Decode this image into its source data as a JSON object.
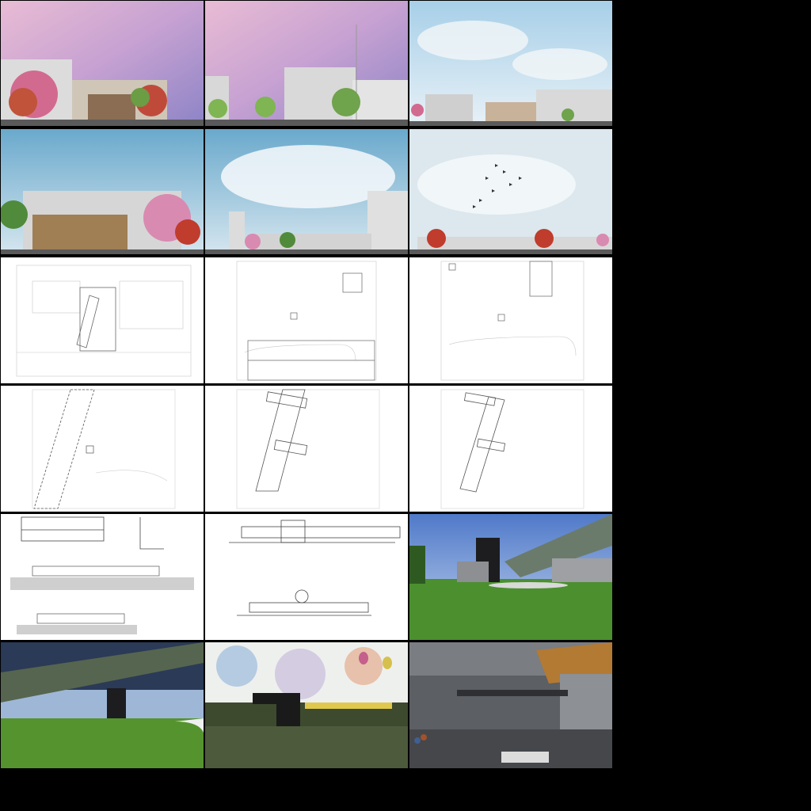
{
  "gallery": {
    "background_color": "#000000",
    "rows": 6,
    "columns": 3,
    "tiles": [
      {
        "kind": "streetscape-elevation",
        "sky": "dusk-purple"
      },
      {
        "kind": "streetscape-elevation",
        "sky": "dusk-purple"
      },
      {
        "kind": "streetscape-elevation",
        "sky": "blue-cloud"
      },
      {
        "kind": "streetscape-elevation",
        "sky": "blue-cloud"
      },
      {
        "kind": "streetscape-elevation",
        "sky": "blue-cloud"
      },
      {
        "kind": "streetscape-elevation",
        "sky": "blue-cloud"
      },
      {
        "kind": "site-plan-drawing"
      },
      {
        "kind": "site-plan-drawing"
      },
      {
        "kind": "site-plan-drawing"
      },
      {
        "kind": "site-plan-drawing"
      },
      {
        "kind": "site-plan-drawing"
      },
      {
        "kind": "site-plan-drawing"
      },
      {
        "kind": "section-drawing"
      },
      {
        "kind": "section-drawing"
      },
      {
        "kind": "render-lawn-canopy"
      },
      {
        "kind": "render-canopy-underside"
      },
      {
        "kind": "render-watercolor-night"
      },
      {
        "kind": "render-underpass"
      }
    ]
  }
}
